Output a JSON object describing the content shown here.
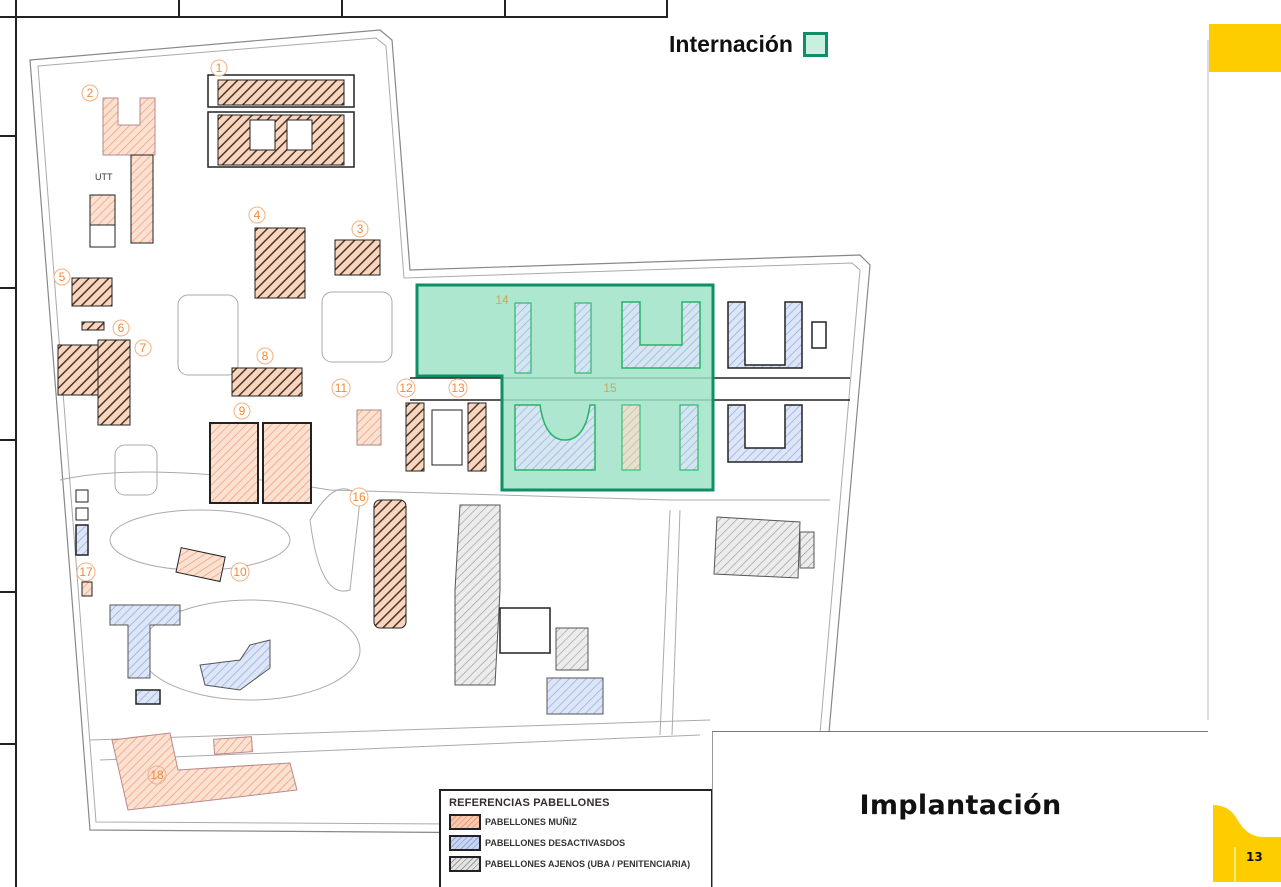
{
  "header": {
    "legend_label": "Internación",
    "legend_color": "#c8f0e0",
    "legend_border": "#0e8f66"
  },
  "map": {
    "highlight_color": "#9fe3c8",
    "highlight_border": "#0e8f66",
    "pavilion_numbers": [
      "1",
      "2",
      "3",
      "4",
      "5",
      "6",
      "7",
      "8",
      "9",
      "10",
      "11",
      "12",
      "13",
      "14",
      "15",
      "16",
      "17",
      "18"
    ],
    "labels": {
      "utt": "UTT"
    }
  },
  "references": {
    "title": "REFERENCIAS PABELLONES",
    "items": [
      {
        "label": "PABELLONES MUÑIZ",
        "color": "#f7cbb3"
      },
      {
        "label": "PABELLONES DESACTIVASDOS",
        "color": "#c9d6f2"
      },
      {
        "label": "PABELLONES AJENOS (UBA / PENITENCIARIA)",
        "color": "#d9d9d9"
      }
    ]
  },
  "slide": {
    "title": "Implantación",
    "page_number": "13",
    "accent": "#fecd00"
  }
}
